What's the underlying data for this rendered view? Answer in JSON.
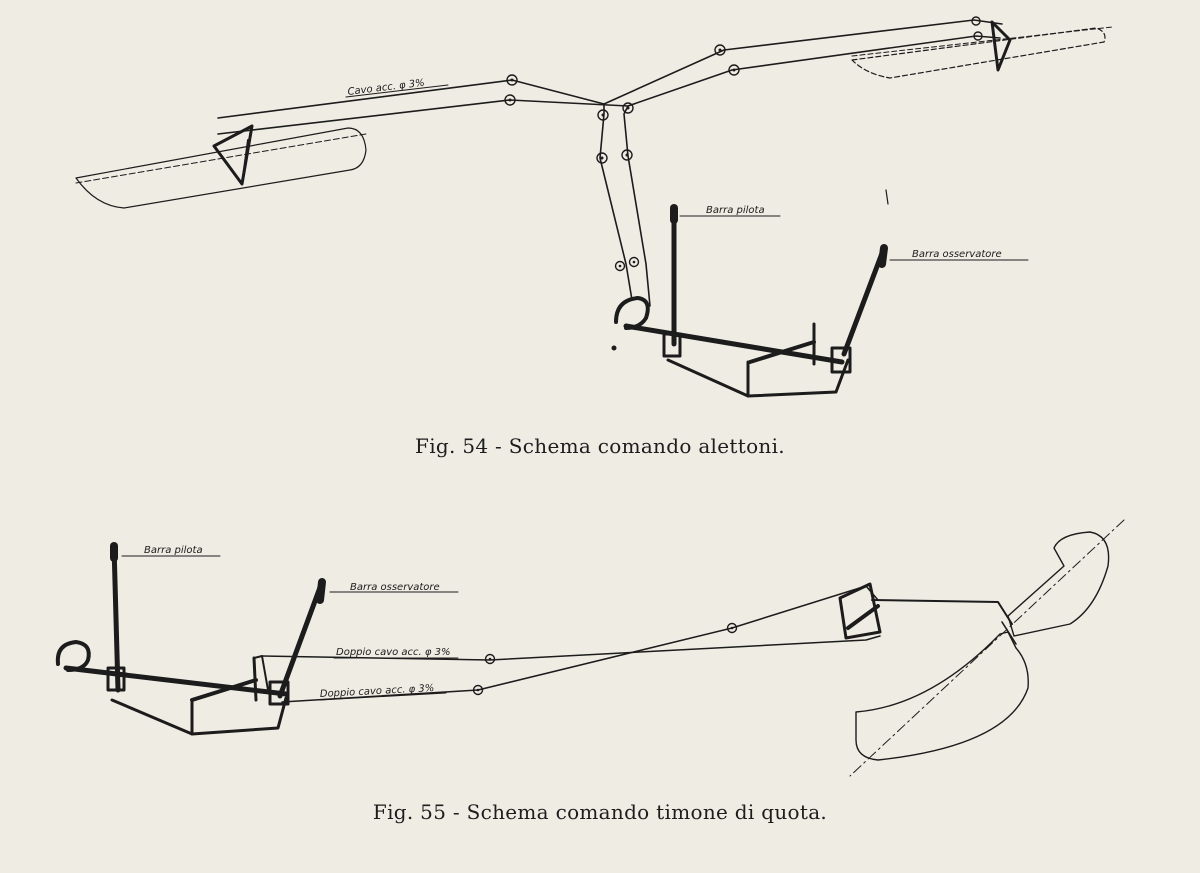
{
  "figures": [
    {
      "caption": "Fig. 54 - Schema comando alettoni.",
      "labels": {
        "cable": "Cavo acc. φ 3%",
        "pilot_stick": "Barra pilota",
        "observer_stick": "Barra osservatore"
      }
    },
    {
      "caption": "Fig. 55 - Schema comando timone di quota.",
      "labels": {
        "pilot_stick": "Barra pilota",
        "observer_stick": "Barra osservatore",
        "double_cable_upper": "Doppio cavo acc. φ 3%",
        "double_cable_lower": "Doppio cavo acc. φ 3%"
      }
    }
  ],
  "colors": {
    "paper": "#efece4",
    "ink": "#1c1c1c"
  }
}
